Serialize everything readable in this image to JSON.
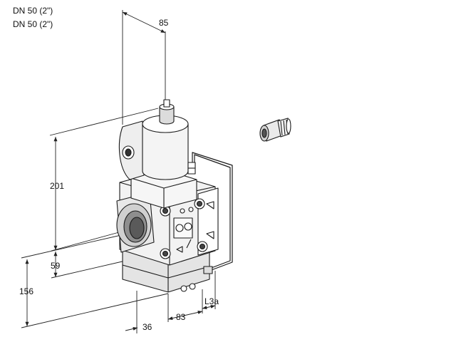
{
  "header": {
    "line1": "DN 50 (2\")",
    "line2": "DN 50 (2\")"
  },
  "dimensions": {
    "d85": "85",
    "d201": "201",
    "d59": "59",
    "d156": "156",
    "d36": "36",
    "d83": "83",
    "dL3a": "L3a"
  },
  "colors": {
    "stroke": "#1a1a1a",
    "body_light": "#f2f2f2",
    "body_mid": "#d9d9d9",
    "body_dark": "#9a9a9a",
    "dim_line": "#222222"
  }
}
